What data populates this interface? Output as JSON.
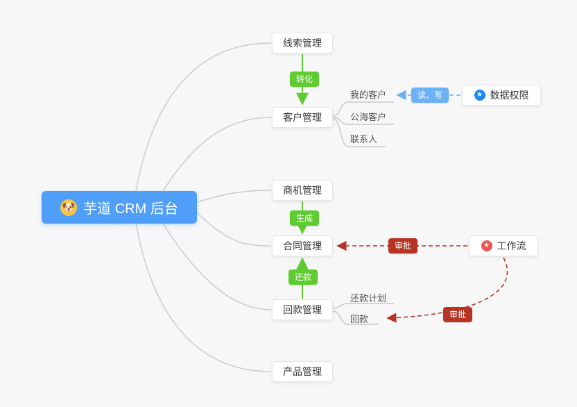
{
  "root": {
    "emoji": "🐶",
    "label": "芋道 CRM 后台"
  },
  "nodes": {
    "leads": {
      "label": "线索管理"
    },
    "customer": {
      "label": "客户管理"
    },
    "business": {
      "label": "商机管理"
    },
    "contract": {
      "label": "合同管理"
    },
    "receivable": {
      "label": "回款管理"
    },
    "product": {
      "label": "产品管理"
    },
    "data_permission": {
      "label": "数据权限",
      "icon": "★"
    },
    "workflow": {
      "label": "工作流",
      "icon": "★"
    }
  },
  "leaves": {
    "my_customer": {
      "label": "我的客户"
    },
    "public_customer": {
      "label": "公海客户"
    },
    "contact": {
      "label": "联系人"
    },
    "repay_plan": {
      "label": "还款计划"
    },
    "repayment": {
      "label": "回款"
    }
  },
  "badges": {
    "convert": {
      "label": "转化"
    },
    "generate": {
      "label": "生成"
    },
    "repay": {
      "label": "还款"
    },
    "read_write": {
      "label": "读、写"
    },
    "approve_contract": {
      "label": "审批"
    },
    "approve_repayment": {
      "label": "审批"
    }
  },
  "colors": {
    "background": "#F7F7F7",
    "root_bg": "#4F9EF8",
    "badge_green": "#5ECC31",
    "badge_blue": "#6CB2F5",
    "badge_red": "#B73425",
    "line_gray": "#CBCBCB",
    "star_blue": "#1B87F5",
    "star_red": "#EF5350",
    "node_border": "#E5E5E5",
    "node_text": "#333333"
  }
}
